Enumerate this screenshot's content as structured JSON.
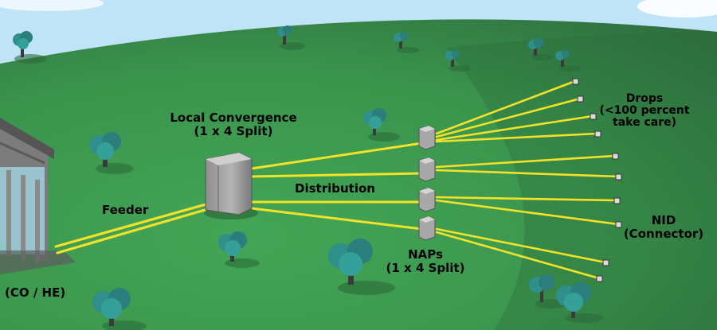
{
  "labels": {
    "local_convergence": [
      "Local Convergence",
      "(1 x 4 Split)"
    ],
    "distribution": "Distribution",
    "feeder": "Feeder",
    "naps": [
      "NAPs",
      "(1 x 4 Split)"
    ],
    "drops": [
      "Drops",
      "(<100 percent",
      "take care)"
    ],
    "nid": [
      "NID",
      "(Connector)"
    ],
    "central_office": "(CO / HE)"
  },
  "colors": {
    "sky": "#bfe3f7",
    "ground": "#3e9b4f",
    "ground_shadow": "#2c6b3b",
    "fiber": "#f2e22a",
    "tree": "#2f8f8b",
    "cabinet": "#a9a9a9",
    "building": "#8a8a8a"
  },
  "icons": [
    "tree-icon",
    "cabinet-icon",
    "nap-box-icon",
    "nid-terminal-icon",
    "building-icon"
  ]
}
